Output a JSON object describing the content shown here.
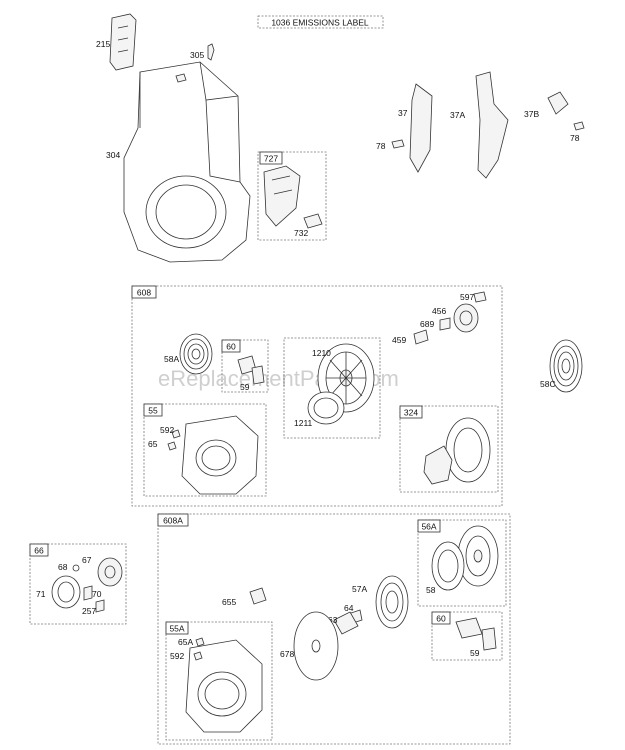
{
  "emissions_label": "1036 EMISSIONS LABEL",
  "watermark": "eReplacementParts.com",
  "groups": {
    "g608": "608",
    "g608a": "608A",
    "g727": "727",
    "g60_top": "60",
    "g55": "55",
    "g324": "324",
    "g66": "66",
    "g56a": "56A",
    "g55a": "55A",
    "g60_bottom": "60"
  },
  "parts": {
    "p215": "215",
    "p305": "305",
    "p304": "304",
    "p37": "37",
    "p37a": "37A",
    "p37b": "37B",
    "p78_left": "78",
    "p78_right": "78",
    "p732": "732",
    "p597": "597",
    "p456": "456",
    "p689": "689",
    "p459": "459",
    "p58a": "58A",
    "p59_top": "59",
    "p1210": "1210",
    "p1211": "1211",
    "p58c": "58C",
    "p592_top": "592",
    "p65": "65",
    "p68": "68",
    "p67": "67",
    "p71": "71",
    "p70": "70",
    "p257": "257",
    "p655": "655",
    "p57a": "57A",
    "p64": "64",
    "p63": "63",
    "p58": "58",
    "p678": "678",
    "p65a": "65A",
    "p592_bottom": "592",
    "p59_bottom": "59"
  }
}
